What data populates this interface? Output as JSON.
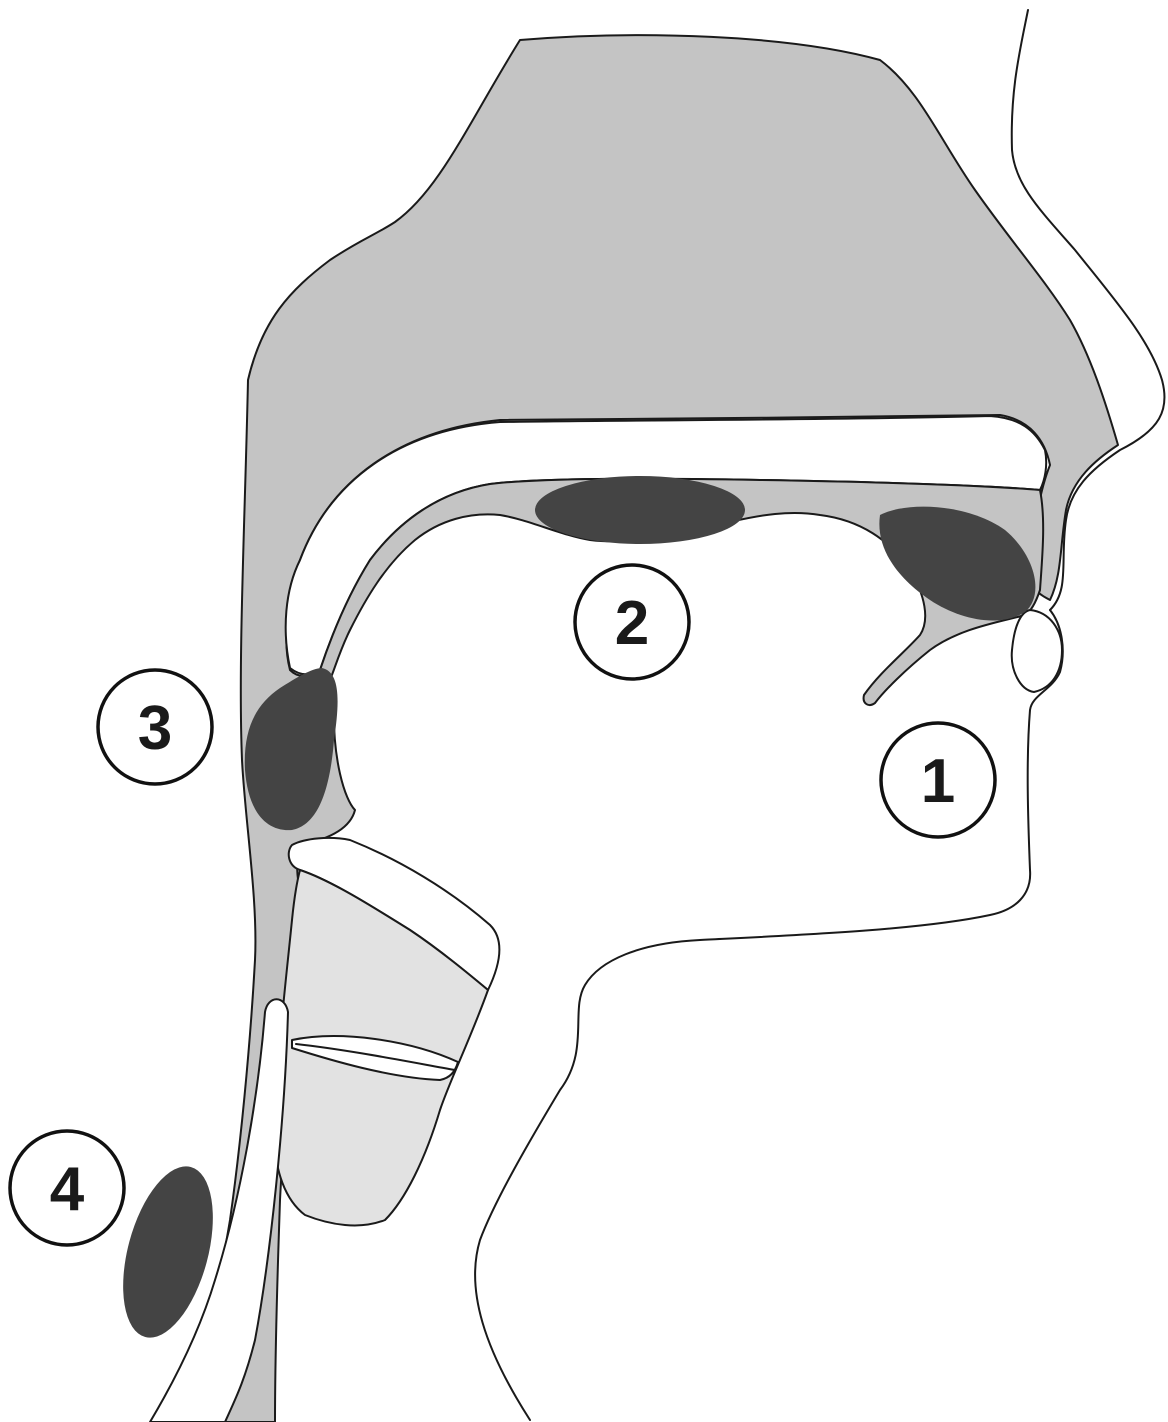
{
  "diagram": {
    "colors": {
      "tissue": "#c4c4c4",
      "tissue_light": "#e2e2e2",
      "lesion": "#444444",
      "outline": "#1a1a1a",
      "background": "#ffffff"
    },
    "markers": [
      {
        "id": "marker-1",
        "label": "1"
      },
      {
        "id": "marker-2",
        "label": "2"
      },
      {
        "id": "marker-3",
        "label": "3"
      },
      {
        "id": "marker-4",
        "label": "4"
      }
    ]
  }
}
